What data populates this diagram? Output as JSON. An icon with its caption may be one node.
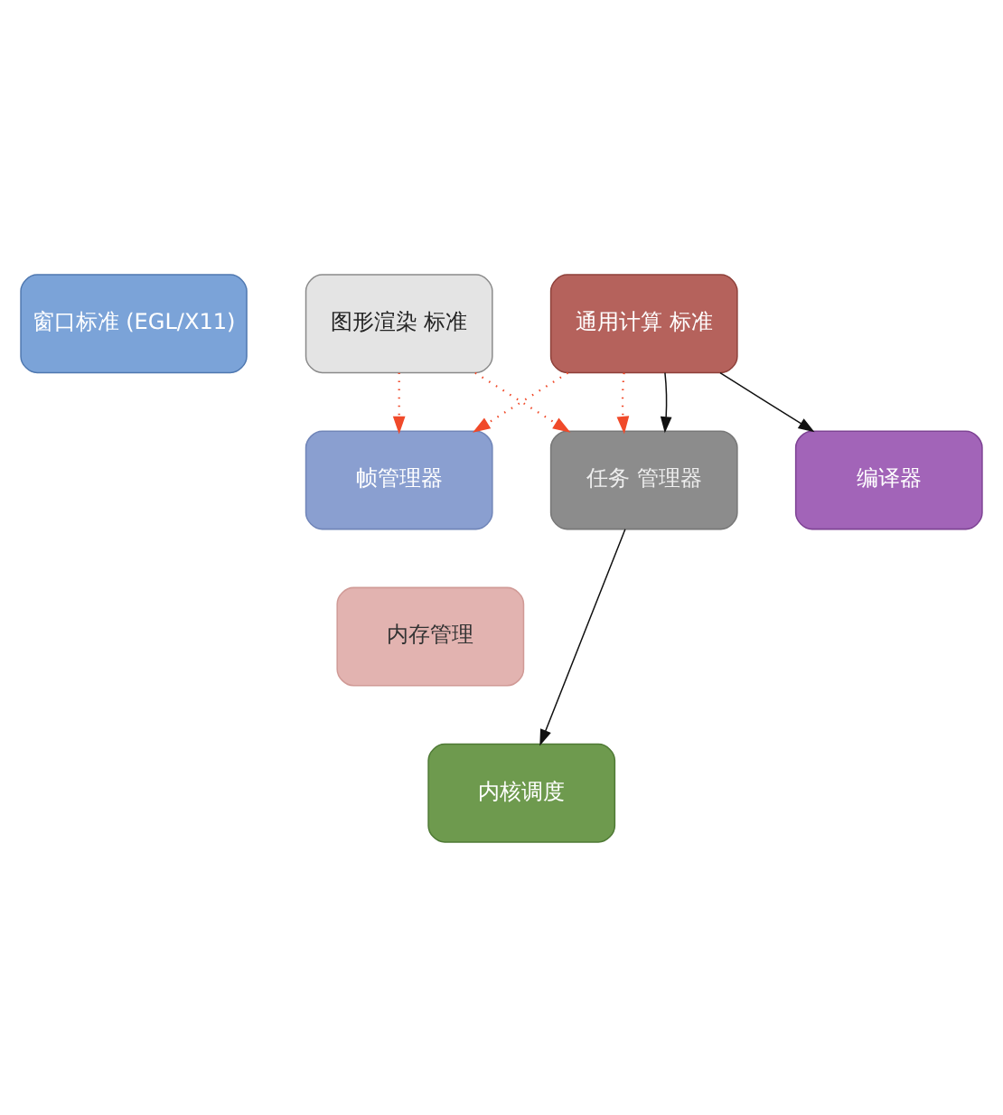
{
  "diagram": {
    "nodes": [
      {
        "text": [
          "窗口标准 (EGL/X11)"
        ]
      },
      {
        "text": [
          "图形渲染 标准"
        ]
      },
      {
        "text": [
          "通用计算 标准"
        ]
      },
      {
        "text": [
          "帧管理器"
        ]
      },
      {
        "text": [
          "任务 管理器"
        ]
      },
      {
        "text": [
          "编译器"
        ]
      },
      {
        "text": [
          "内存管理"
        ]
      },
      {
        "text": [
          "内核调度"
        ]
      }
    ],
    "edges": [
      {
        "from": 1,
        "to": 3,
        "arrow": "to",
        "style": "dashed",
        "color": "#f04a2a"
      },
      {
        "from": 1,
        "to": 4,
        "arrow": "to",
        "style": "dashed",
        "color": "#f04a2a"
      },
      {
        "from": 2,
        "to": 3,
        "arrow": "to",
        "style": "dashed",
        "color": "#f04a2a"
      },
      {
        "from": 2,
        "to": 4,
        "arrow": "to",
        "style": "dashed",
        "color": "#f04a2a"
      },
      {
        "from": 2,
        "to": 5,
        "arrow": "to",
        "color": "#111111"
      },
      {
        "from": 2,
        "to": 4,
        "arrow": "to",
        "color": "#111111"
      },
      {
        "from": 4,
        "to": 7,
        "arrow": "to",
        "color": "#111111"
      }
    ]
  }
}
